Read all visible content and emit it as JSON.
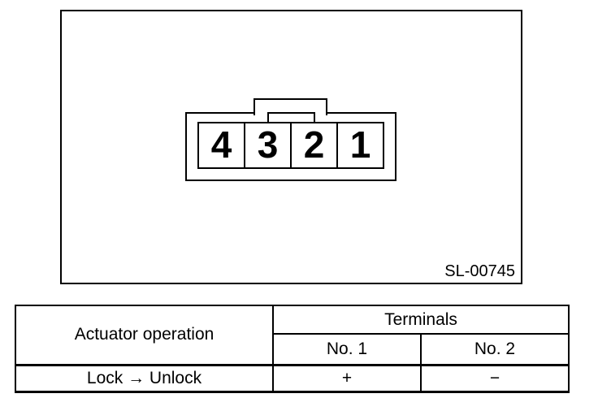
{
  "figure": {
    "id_label": "SL-00745",
    "connector": {
      "terminal_numbers": [
        "4",
        "3",
        "2",
        "1"
      ]
    }
  },
  "table": {
    "operation_header": "Actuator operation",
    "terminals_header": "Terminals",
    "terminal_no1_header": "No. 1",
    "terminal_no2_header": "No. 2",
    "rows": [
      {
        "operation": "Lock → Unlock",
        "no1": "+",
        "no2": "−"
      }
    ]
  },
  "colors": {
    "line": "#000000",
    "background": "#ffffff"
  }
}
